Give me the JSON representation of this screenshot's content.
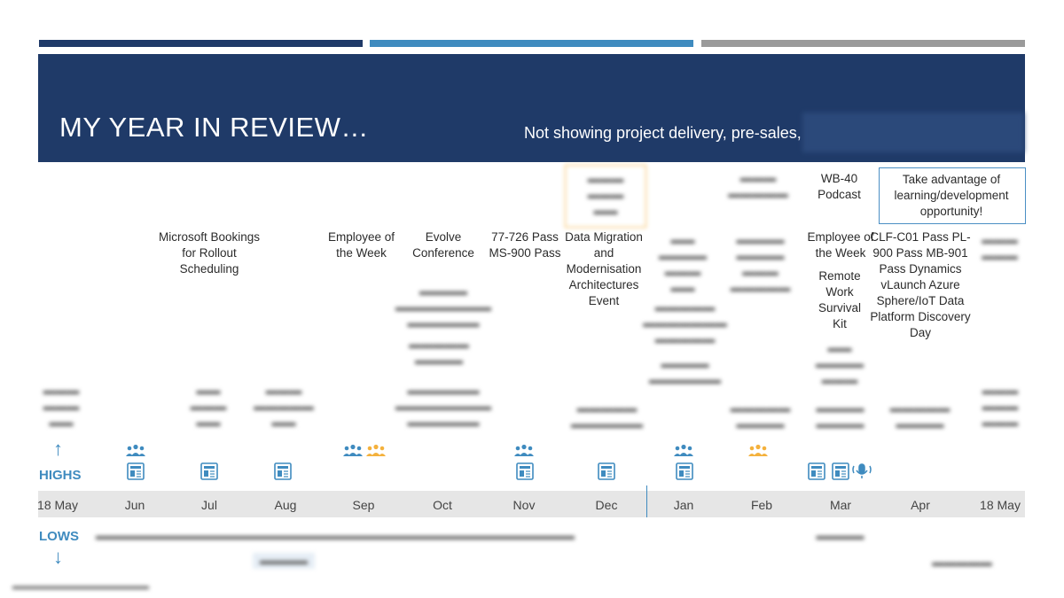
{
  "slide": {
    "title": "MY YEAR IN REVIEW…",
    "subtitle": "Not showing project delivery, pre-sales,",
    "colors": {
      "navy": "#1f3a68",
      "blue": "#3f8bbf",
      "grey": "#9a9a9a",
      "orange": "#f4b13c"
    }
  },
  "callout": "Take advantage of learning/development opportunity!",
  "events": {
    "bookings": "Microsoft Bookings for Rollout Scheduling",
    "emp_sep": "Employee of the Week",
    "evolve": "Evolve Conference",
    "exams_nov": "77-726 Pass MS-900 Pass",
    "data_migration": "Data Migration and Modernisation Architectures Event",
    "wb40": "WB-40 Podcast",
    "emp_mar": "Employee of the Week",
    "remote": "Remote Work Survival Kit",
    "apr_list": "CLF-C01 Pass PL-900 Pass MB-901 Pass Dynamics vLaunch Azure Sphere/IoT Data Platform Discovery Day"
  },
  "labels": {
    "highs": "HIGHS",
    "lows": "LOWS"
  },
  "months": [
    "18 May",
    "Jun",
    "Jul",
    "Aug",
    "Sep",
    "Oct",
    "Nov",
    "Dec",
    "Jan",
    "Feb",
    "Mar",
    "Apr",
    "18 May"
  ],
  "icons": [
    "team-icon",
    "blog-icon",
    "podcast-icon"
  ]
}
